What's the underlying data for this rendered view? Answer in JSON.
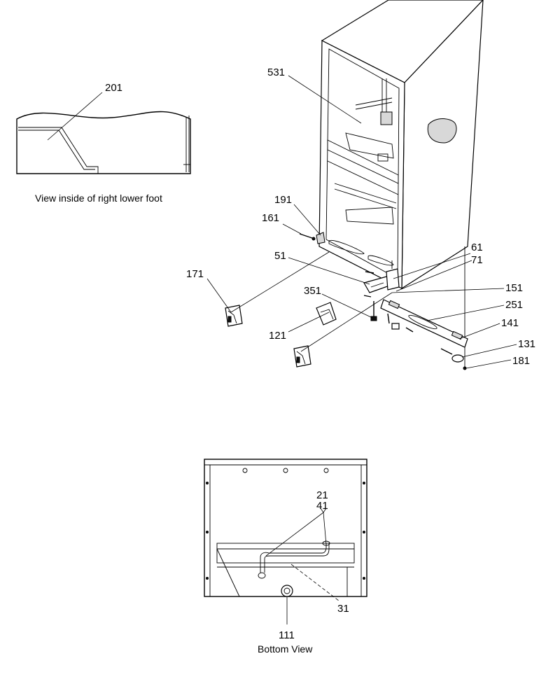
{
  "callouts": {
    "c201": "201",
    "c531": "531",
    "c191": "191",
    "c161": "161",
    "c51": "51",
    "c171": "171",
    "c61": "61",
    "c71": "71",
    "c351": "351",
    "c151": "151",
    "c251": "251",
    "c121": "121",
    "c141": "141",
    "c131": "131",
    "c181": "181",
    "c21": "21",
    "c41": "41",
    "c31": "31",
    "c111": "111"
  },
  "captions": {
    "inset": "View inside of right lower foot",
    "bottom": "Bottom View"
  }
}
